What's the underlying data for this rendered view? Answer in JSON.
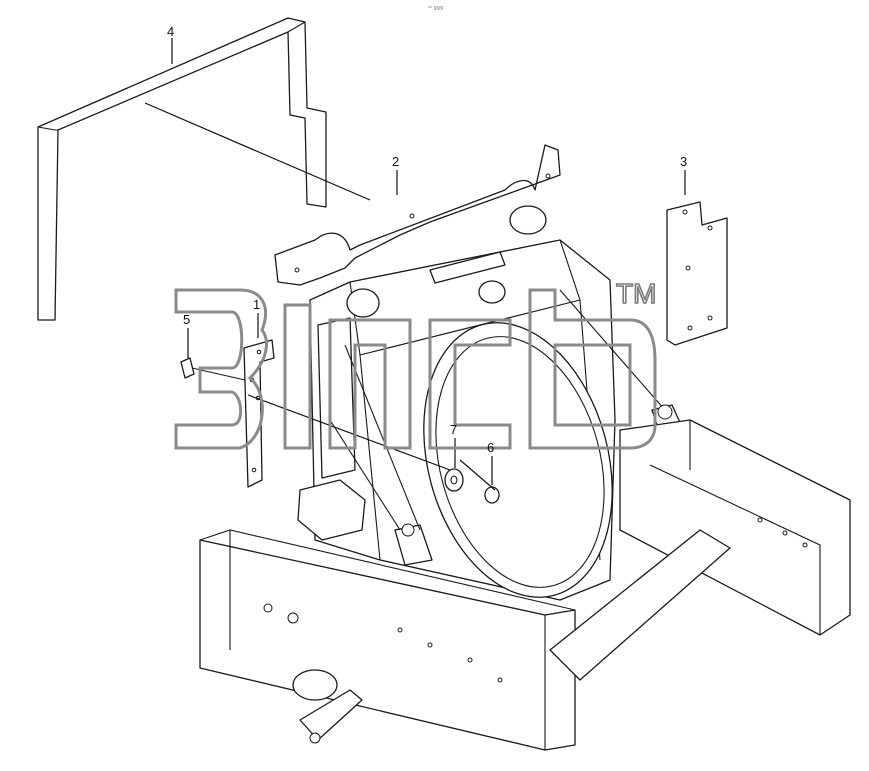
{
  "header": {
    "code": "⁰⁰ 999"
  },
  "watermark": {
    "tm": "TM"
  },
  "callouts": [
    {
      "id": "callout-1",
      "label": "1"
    },
    {
      "id": "callout-2",
      "label": "2"
    },
    {
      "id": "callout-3",
      "label": "3"
    },
    {
      "id": "callout-4",
      "label": "4"
    },
    {
      "id": "callout-5",
      "label": "5"
    },
    {
      "id": "callout-6",
      "label": "6"
    },
    {
      "id": "callout-7",
      "label": "7"
    }
  ],
  "colors": {
    "line": "#1a1a1a",
    "watermark": "#8a8a8a",
    "background": "#ffffff"
  }
}
